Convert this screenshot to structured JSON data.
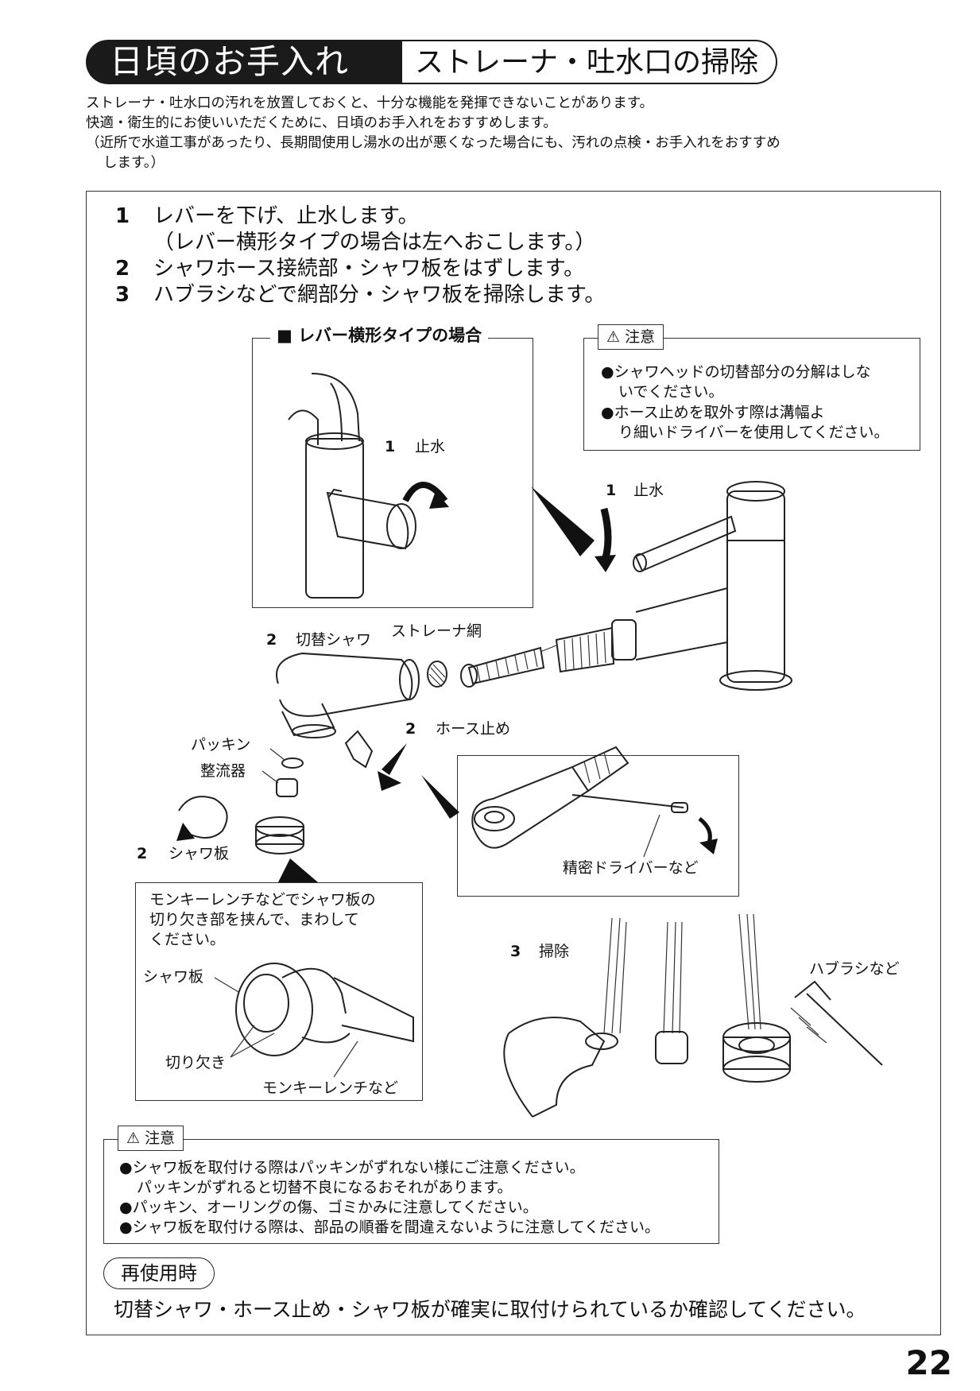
{
  "header": {
    "main_title": "日頃のお手入れ",
    "sub_title": "ストレーナ・吐水口の掃除"
  },
  "intro": {
    "line1": "ストレーナ・吐水口の汚れを放置しておくと、十分な機能を発揮できないことがあります。",
    "line2": "快適・衛生的にお使いいただくために、日頃のお手入れをおすすめします。",
    "line3": "（近所で水道工事があったり、長期間使用し湯水の出が悪くなった場合にも、汚れの点検・お手入れをおすすめ",
    "line4": "します。）"
  },
  "steps": [
    {
      "num": "1",
      "text": "レバーを下げ、止水します。"
    },
    {
      "num": "",
      "text": "（レバー横形タイプの場合は左へおこします。）"
    },
    {
      "num": "2",
      "text": "シャワホース接続部・シャワ板をはずします。"
    },
    {
      "num": "3",
      "text": "ハブラシなどで網部分・シャワ板を掃除します。"
    }
  ],
  "lever_box": {
    "title": "■ レバー横形タイプの場合",
    "step_num": "1",
    "step_label": "止水"
  },
  "caution_top": {
    "tag": "注意",
    "line1": "●シャワヘッドの切替部分の分解はしな",
    "line2": "いでください。",
    "line3": "●ホース止めを取外す際は溝幅よ",
    "line4": "り細いドライバーを使用してください。"
  },
  "diagram": {
    "faucet_step_num": "1",
    "faucet_step_label": "止水",
    "shower_num": "2",
    "shower_label": "切替シャワ",
    "strainer_label": "ストレーナ網",
    "hose_num": "2",
    "hose_label": "ホース止め",
    "packing_label": "パッキン",
    "rectifier_label": "整流器",
    "plate_num": "2",
    "plate_label": "シャワ板",
    "driver_label": "精密ドライバーなど"
  },
  "wrench_box": {
    "line1": "モンキーレンチなどでシャワ板の",
    "line2": "切り欠き部を挟んで、まわして",
    "line3": "ください。",
    "plate_label": "シャワ板",
    "notch_label": "切り欠き",
    "wrench_label": "モンキーレンチなど"
  },
  "cleaning": {
    "num": "3",
    "label": "掃除",
    "brush_label": "ハブラシなど"
  },
  "caution_bottom": {
    "tag": "注意",
    "line1": "●シャワ板を取付ける際はパッキンがずれない様にご注意ください。",
    "line2": "パッキンがずれると切替不良になるおそれがあります。",
    "line3": "●パッキン、オーリングの傷、ゴミかみに注意してください。",
    "line4": "●シャワ板を取付ける際は、部品の順番を間違えないように注意してください。"
  },
  "reuse": {
    "tag": "再使用時",
    "text": "切替シャワ・ホース止め・シャワ板が確実に取付けられているか確認してください。"
  },
  "page_number": "22"
}
